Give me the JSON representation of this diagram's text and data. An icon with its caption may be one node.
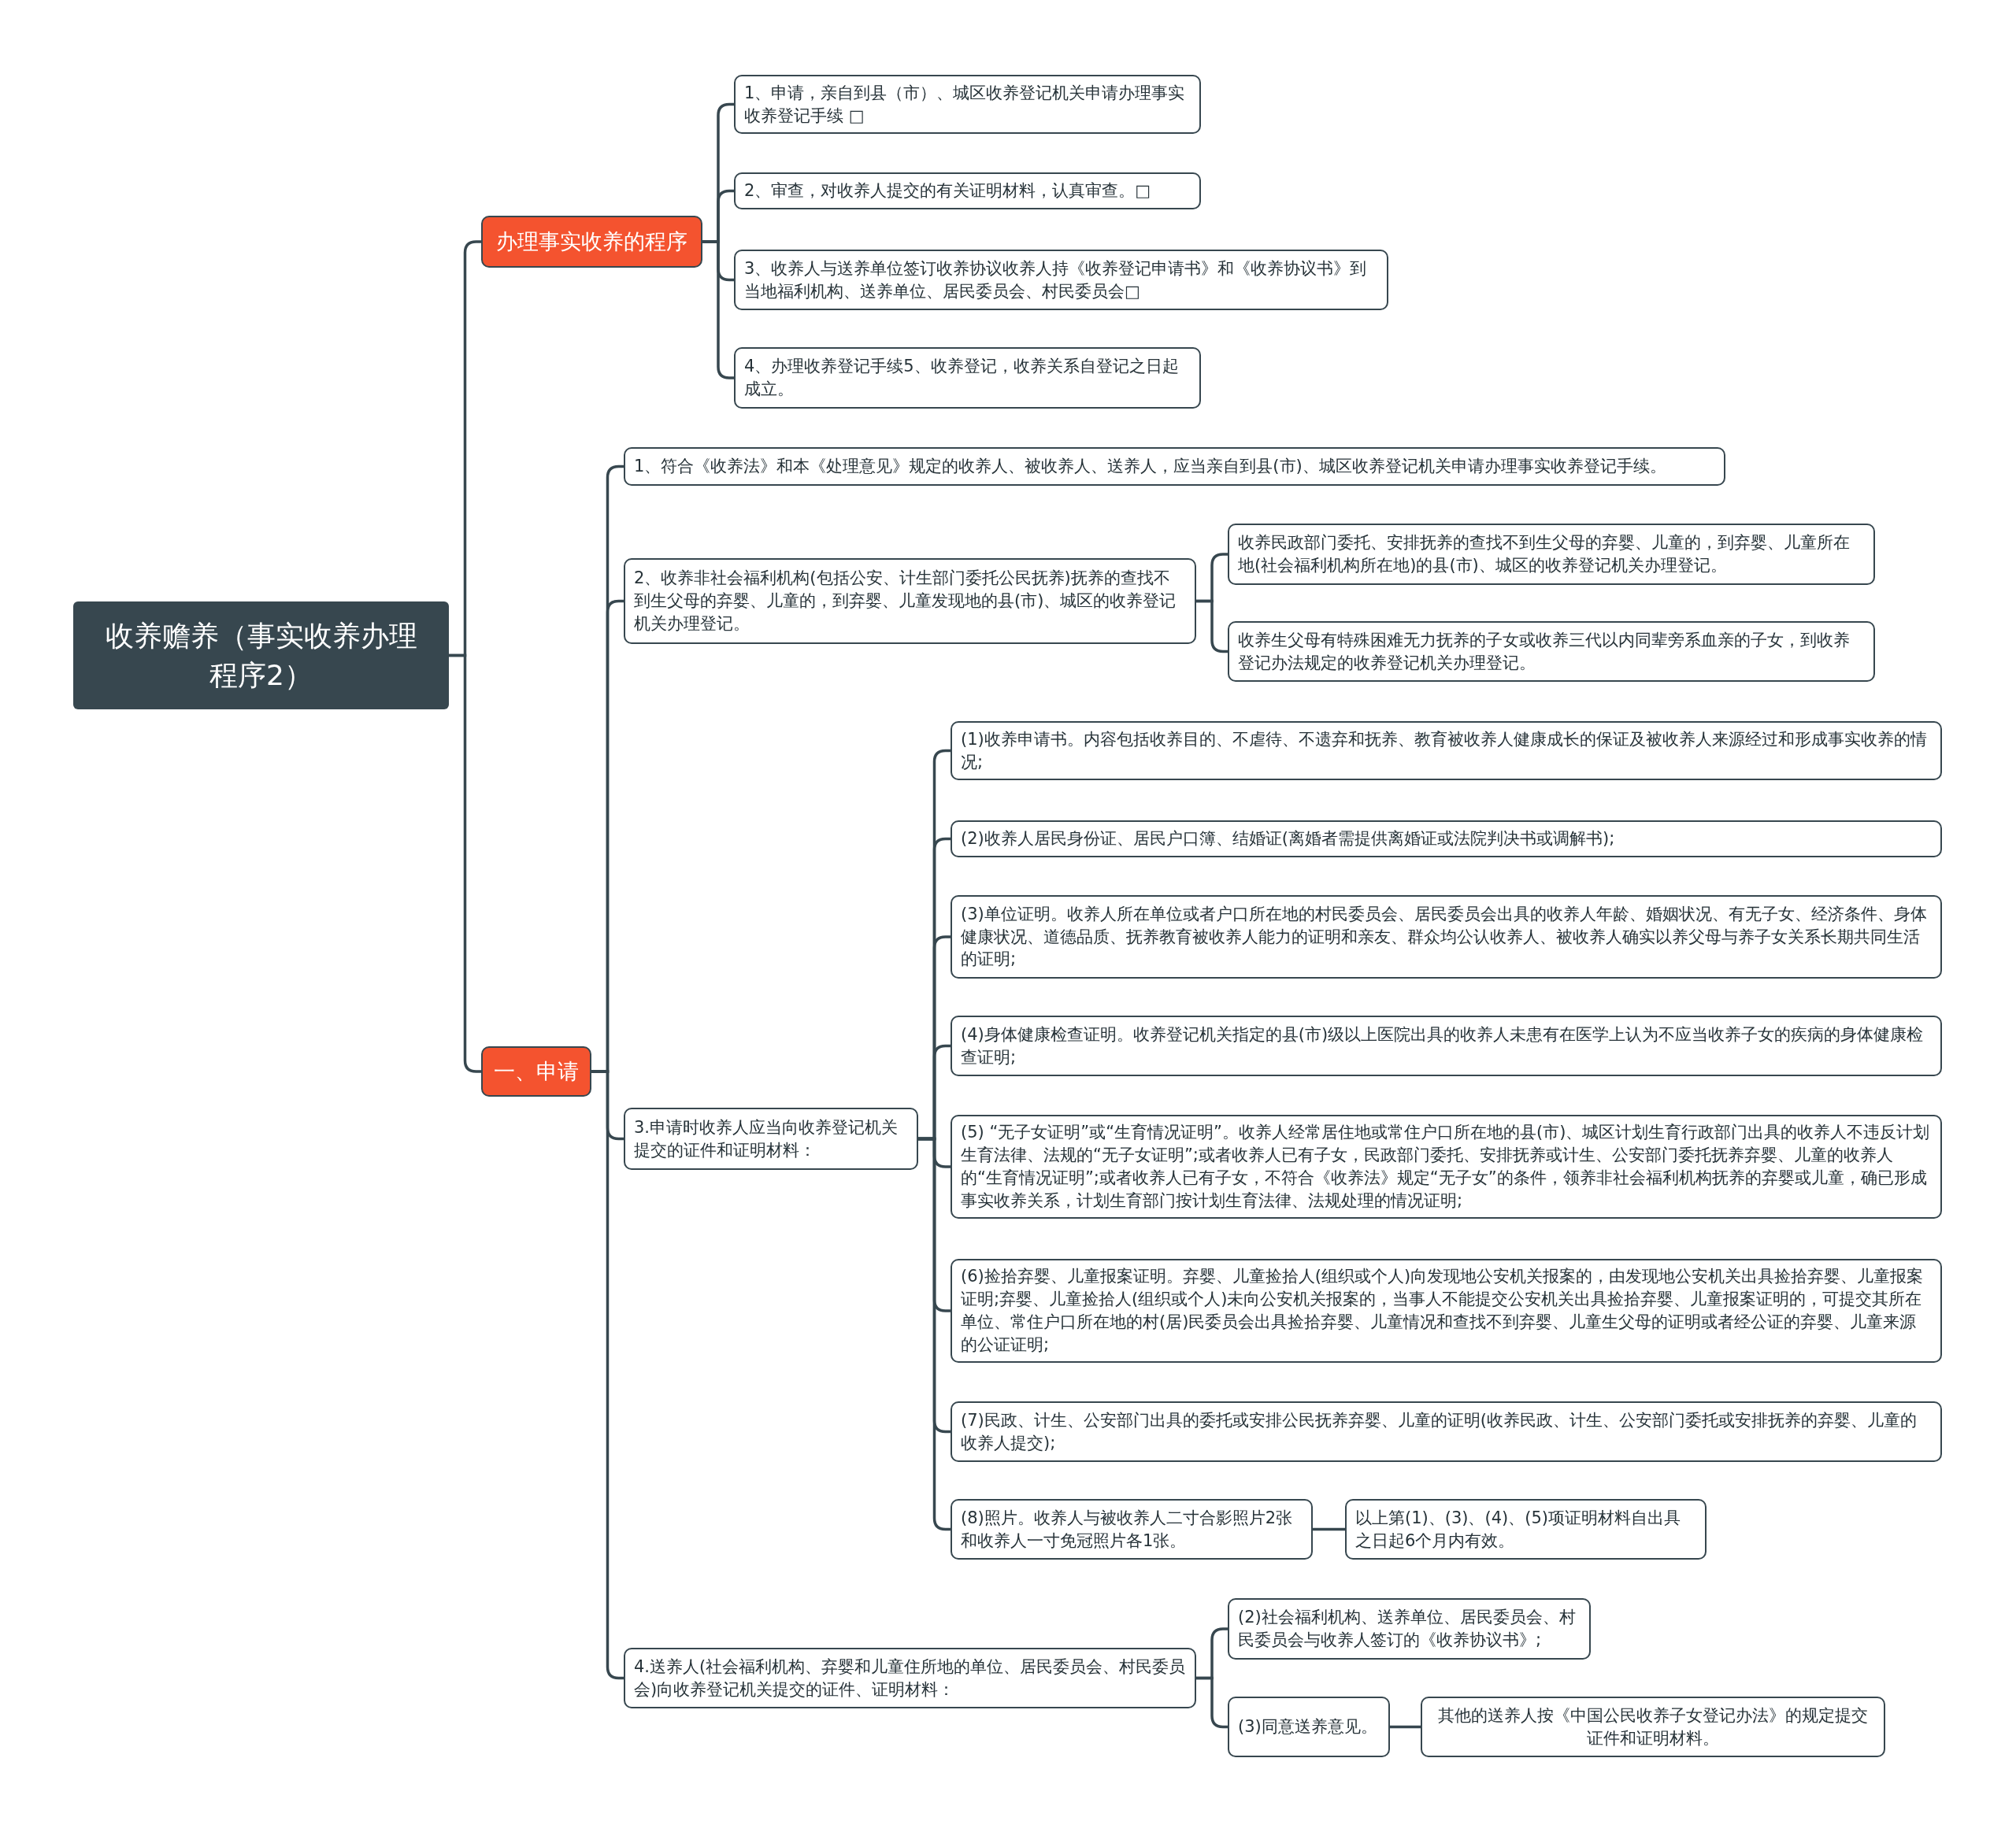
{
  "diagram": {
    "nodes": [
      {
        "text": [
          "收养赡养（事实收养办理程序2）"
        ]
      },
      {
        "text": [
          "办理事实收养的程序"
        ]
      },
      {
        "text": [
          "1、申请，亲自到县（市）、城区收养登记机关申请办理事实收养登记手续 □"
        ]
      },
      {
        "text": [
          "2、审查，对收养人提交的有关证明材料，认真审查。□"
        ]
      },
      {
        "text": [
          "3、收养人与送养单位签订收养协议收养人持《收养登记申请书》和《收养协议书》到当地福利机构、送养单位、居民委员会、村民委员会□"
        ]
      },
      {
        "text": [
          "4、办理收养登记手续5、收养登记，收养关系自登记之日起成立。"
        ]
      },
      {
        "text": [
          "一、申请"
        ]
      },
      {
        "text": [
          "1、符合《收养法》和本《处理意见》规定的收养人、被收养人、送养人，应当亲自到县(市)、城区收养登记机关申请办理事实收养登记手续。"
        ]
      },
      {
        "text": [
          "2、收养非社会福利机构(包括公安、计生部门委托公民抚养)抚养的查找不到生父母的弃婴、儿童的，到弃婴、儿童发现地的县(市)、城区的收养登记机关办理登记。"
        ]
      },
      {
        "text": [
          "收养民政部门委托、安排抚养的查找不到生父母的弃婴、儿童的，到弃婴、儿童所在地(社会福利机构所在地)的县(市)、城区的收养登记机关办理登记。"
        ]
      },
      {
        "text": [
          "收养生父母有特殊困难无力抚养的子女或收养三代以内同辈旁系血亲的子女，到收养登记办法规定的收养登记机关办理登记。"
        ]
      },
      {
        "text": [
          "3.申请时收养人应当向收养登记机关提交的证件和证明材料："
        ]
      },
      {
        "text": [
          "(1)收养申请书。内容包括收养目的、不虐待、不遗弃和抚养、教育被收养人健康成长的保证及被收养人来源经过和形成事实收养的情况;"
        ]
      },
      {
        "text": [
          "(2)收养人居民身份证、居民户口簿、结婚证(离婚者需提供离婚证或法院判决书或调解书);"
        ]
      },
      {
        "text": [
          "(3)单位证明。收养人所在单位或者户口所在地的村民委员会、居民委员会出具的收养人年龄、婚姻状况、有无子女、经济条件、身体健康状况、道德品质、抚养教育被收养人能力的证明和亲友、群众均公认收养人、被收养人确实以养父母与养子女关系长期共同生活的证明;"
        ]
      },
      {
        "text": [
          "(4)身体健康检查证明。收养登记机关指定的县(市)级以上医院出具的收养人未患有在医学上认为不应当收养子女的疾病的身体健康检查证明;"
        ]
      },
      {
        "text": [
          "(5) “无子女证明”或“生育情况证明”。收养人经常居住地或常住户口所在地的县(市)、城区计划生育行政部门出具的收养人不违反计划生育法律、法规的“无子女证明”;或者收养人已有子女，民政部门委托、安排抚养或计生、公安部门委托抚养弃婴、儿童的收养人的“生育情况证明”;或者收养人已有子女，不符合《收养法》规定“无子女”的条件，领养非社会福利机构抚养的弃婴或儿童，确已形成事实收养关系，计划生育部门按计划生育法律、法规处理的情况证明;"
        ]
      },
      {
        "text": [
          "(6)捡拾弃婴、儿童报案证明。弃婴、儿童捡拾人(组织或个人)向发现地公安机关报案的，由发现地公安机关出具捡拾弃婴、儿童报案证明;弃婴、儿童捡拾人(组织或个人)未向公安机关报案的，当事人不能提交公安机关出具捡拾弃婴、儿童报案证明的，可提交其所在单位、常住户口所在地的村(居)民委员会出具捡拾弃婴、儿童情况和查找不到弃婴、儿童生父母的证明或者经公证的弃婴、儿童来源的公证证明;"
        ]
      },
      {
        "text": [
          "(7)民政、计生、公安部门出具的委托或安排公民抚养弃婴、儿童的证明(收养民政、计生、公安部门委托或安排抚养的弃婴、儿童的收养人提交);"
        ]
      },
      {
        "text": [
          "(8)照片。收养人与被收养人二寸合影照片2张和收养人一寸免冠照片各1张。"
        ]
      },
      {
        "text": [
          "以上第(1)、(3)、(4)、(5)项证明材料自出具之日起6个月内有效。"
        ]
      },
      {
        "text": [
          "4.送养人(社会福利机构、弃婴和儿童住所地的单位、居民委员会、村民委员会)向收养登记机关提交的证件、证明材料："
        ]
      },
      {
        "text": [
          "(2)社会福利机构、送养单位、居民委员会、村民委员会与收养人签订的《收养协议书》;"
        ]
      },
      {
        "text": [
          "(3)同意送养意见。"
        ]
      },
      {
        "text": [
          "其他的送养人按《中国公民收养子女登记办法》的规定提交证件和证明材料。"
        ]
      }
    ],
    "edges": [
      {
        "from": 0,
        "to": 1,
        "arrow": "none"
      },
      {
        "from": 1,
        "to": 2,
        "arrow": "none"
      },
      {
        "from": 1,
        "to": 3,
        "arrow": "none"
      },
      {
        "from": 1,
        "to": 4,
        "arrow": "none"
      },
      {
        "from": 1,
        "to": 5,
        "arrow": "none"
      },
      {
        "from": 0,
        "to": 6,
        "arrow": "none"
      },
      {
        "from": 6,
        "to": 7,
        "arrow": "none"
      },
      {
        "from": 6,
        "to": 8,
        "arrow": "none"
      },
      {
        "from": 8,
        "to": 9,
        "arrow": "none"
      },
      {
        "from": 8,
        "to": 10,
        "arrow": "none"
      },
      {
        "from": 6,
        "to": 11,
        "arrow": "none"
      },
      {
        "from": 11,
        "to": 12,
        "arrow": "none"
      },
      {
        "from": 11,
        "to": 13,
        "arrow": "none"
      },
      {
        "from": 11,
        "to": 14,
        "arrow": "none"
      },
      {
        "from": 11,
        "to": 15,
        "arrow": "none"
      },
      {
        "from": 11,
        "to": 16,
        "arrow": "none"
      },
      {
        "from": 11,
        "to": 17,
        "arrow": "none"
      },
      {
        "from": 11,
        "to": 18,
        "arrow": "none"
      },
      {
        "from": 11,
        "to": 19,
        "arrow": "none"
      },
      {
        "from": 19,
        "to": 20,
        "arrow": "none"
      },
      {
        "from": 6,
        "to": 21,
        "arrow": "none"
      },
      {
        "from": 21,
        "to": 22,
        "arrow": "none"
      },
      {
        "from": 21,
        "to": 23,
        "arrow": "none"
      },
      {
        "from": 23,
        "to": 24,
        "arrow": "none"
      }
    ]
  }
}
